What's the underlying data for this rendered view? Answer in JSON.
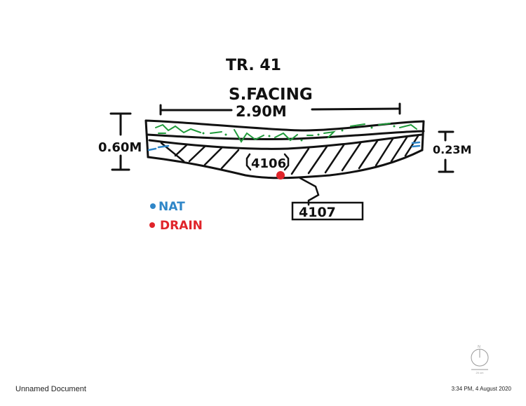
{
  "drawing": {
    "title": "TR. 41",
    "facing": "S.FACING",
    "width_dim": "2.90M",
    "left_dim": "0.60M",
    "right_dim": "0.23M",
    "context_a": "4106",
    "context_b": "4107"
  },
  "legend": {
    "items": [
      {
        "label": "NAT",
        "color": "#2f86c8"
      },
      {
        "label": "DRAIN",
        "color": "#e0242a"
      }
    ]
  },
  "compass": {
    "north": "N",
    "scale": "20 cm"
  },
  "footer": {
    "document_name": "Unnamed Document",
    "timestamp": "3:34 PM, 4 August 2020"
  },
  "colors": {
    "ink": "#111111",
    "topsoil_green": "#1f9a3a",
    "nat_blue": "#2f86c8",
    "drain_red": "#e0242a"
  }
}
